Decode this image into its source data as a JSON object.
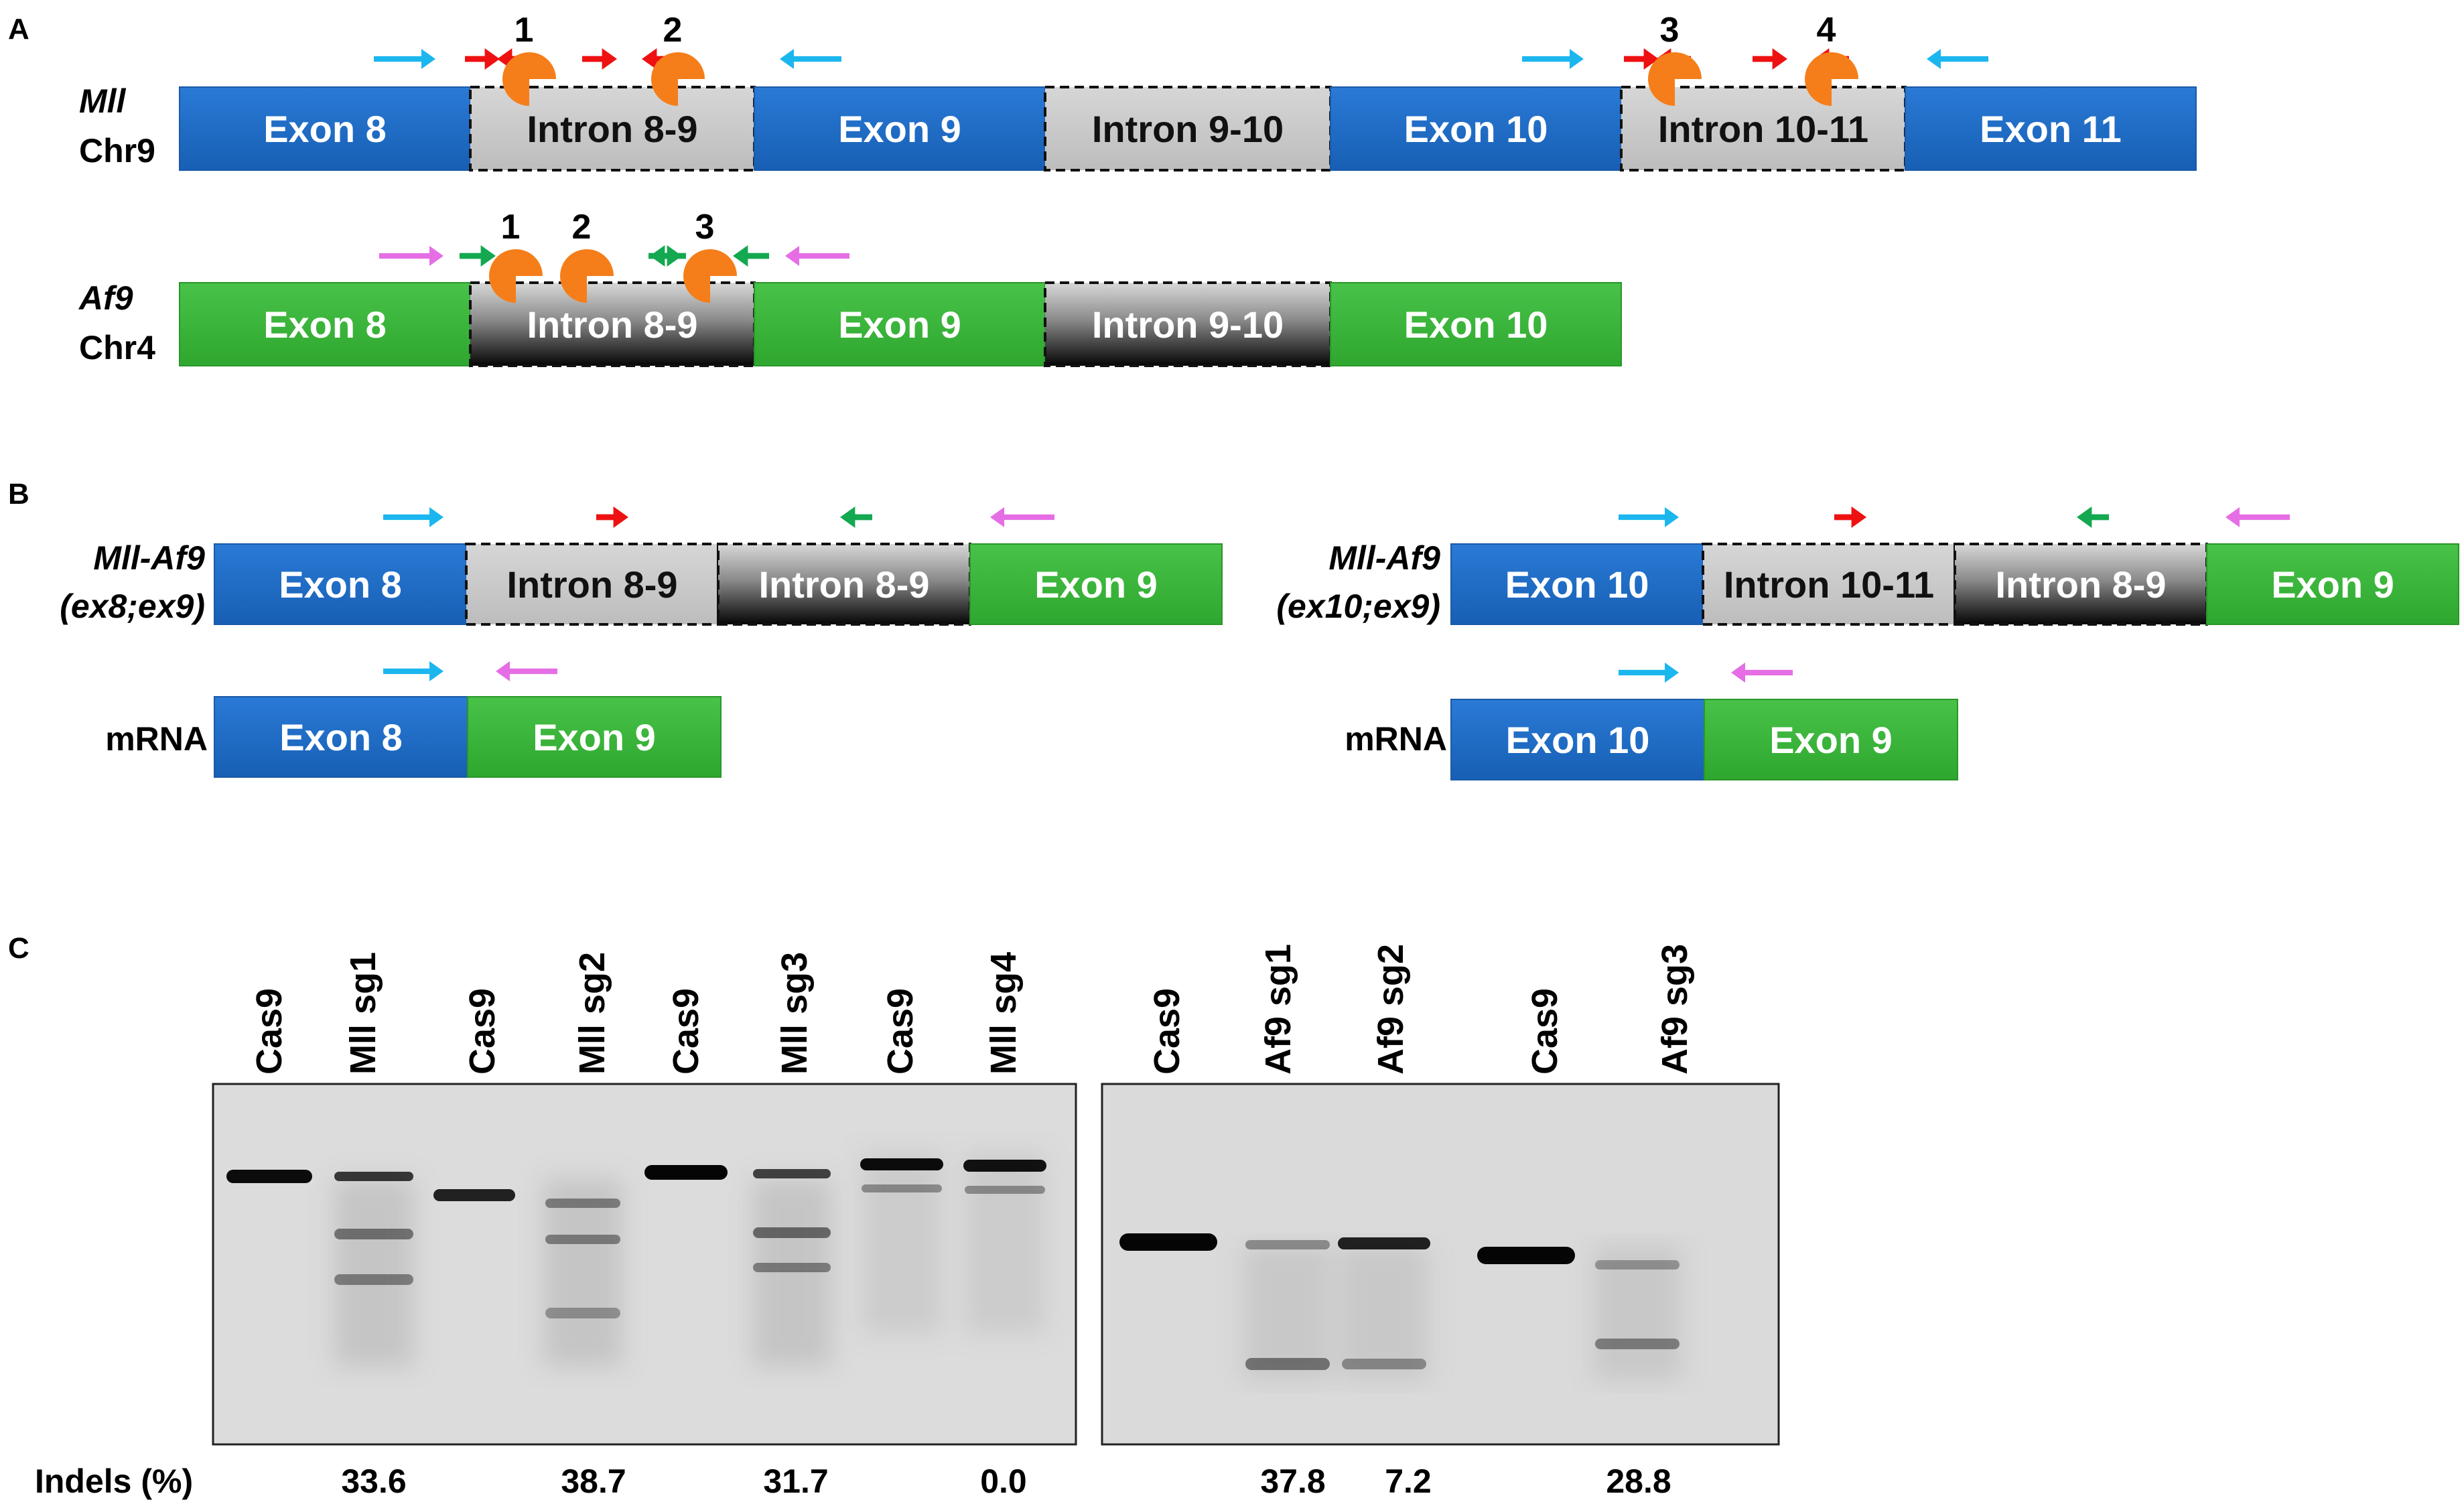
{
  "colors": {
    "exon_blue": "#1f6fc9",
    "exon_green": "#3cb43c",
    "intron_gray": "#c8c8c8",
    "intron_dark": "#3a3a3a",
    "arrow_cyan": "#1cb6ef",
    "arrow_red": "#ee1111",
    "arrow_green": "#14a850",
    "arrow_pink": "#e56ee5",
    "sgrna_orange": "#f57e1a",
    "gel_bg": "#dedede"
  },
  "panel_a": {
    "label": "A",
    "mll": {
      "gene": "Mll",
      "chrom": "Chr9",
      "segments": [
        "Exon 8",
        "Intron 8-9",
        "Exon 9",
        "Intron 9-10",
        "Exon 10",
        "Intron 10-11",
        "Exon 11"
      ],
      "sgrna_numbers": [
        "1",
        "2",
        "3",
        "4"
      ]
    },
    "af9": {
      "gene": "Af9",
      "chrom": "Chr4",
      "segments": [
        "Exon 8",
        "Intron 8-9",
        "Exon 9",
        "Intron 9-10",
        "Exon 10"
      ],
      "sgrna_numbers": [
        "1",
        "2",
        "3"
      ]
    }
  },
  "panel_b": {
    "label": "B",
    "left": {
      "name": "Mll-Af9",
      "variant": "(ex8;ex9)",
      "genomic": [
        "Exon 8",
        "Intron 8-9",
        "Intron 8-9",
        "Exon 9"
      ],
      "mrna_label": "mRNA",
      "mrna": [
        "Exon 8",
        "Exon 9"
      ]
    },
    "right": {
      "name": "Mll-Af9",
      "variant": "(ex10;ex9)",
      "genomic": [
        "Exon 10",
        "Intron 10-11",
        "Intron 8-9",
        "Exon 9"
      ],
      "mrna_label": "mRNA",
      "mrna": [
        "Exon 10",
        "Exon 9"
      ]
    }
  },
  "panel_c": {
    "label": "C",
    "gel_left": {
      "lanes": [
        "Cas9",
        "Mll sg1",
        "Cas9",
        "Mll sg2",
        "Cas9",
        "Mll sg3",
        "Cas9",
        "Mll sg4"
      ],
      "indels": [
        "",
        "33.6",
        "",
        "38.7",
        "",
        "31.7",
        "",
        "0.0"
      ]
    },
    "gel_right": {
      "lanes": [
        "Cas9",
        "Af9 sg1",
        "Af9 sg2",
        "Cas9",
        "Af9 sg3"
      ],
      "indels": [
        "",
        "37.8",
        "7.2",
        "",
        "28.8"
      ]
    },
    "indels_label": "Indels (%)"
  }
}
